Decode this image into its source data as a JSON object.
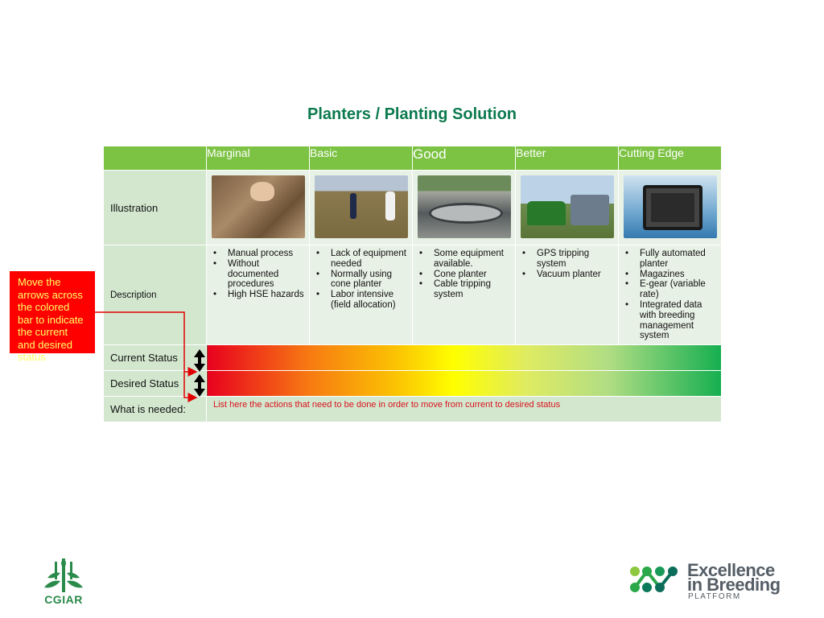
{
  "title": "Planters / Planting Solution",
  "columns": [
    "Marginal",
    "Basic",
    "Good",
    "Better",
    "Cutting Edge"
  ],
  "rows": {
    "illustration": "Illustration",
    "description": "Description",
    "current_status": "Current Status",
    "desired_status": "Desired Status",
    "what_needed": "What is needed:"
  },
  "descriptions": [
    [
      "Manual process",
      "Without documented procedures",
      "High HSE hazards"
    ],
    [
      "Lack of equipment needed",
      "Normally using cone planter",
      "Labor intensive (field allocation)"
    ],
    [
      "Some equipment available.",
      "Cone planter",
      "Cable tripping system"
    ],
    [
      "GPS tripping system",
      "Vacuum planter"
    ],
    [
      "Fully automated planter",
      "Magazines",
      "E-gear (variable rate)",
      "Integrated data with breeding management system"
    ]
  ],
  "needed_text": "List here the actions that need to be done in order to move from current to desired status",
  "callout": "Move the arrows across the colored bar to indicate the current and desired status",
  "logos": {
    "cgiar": "CGIAR",
    "eib_line1": "Excellence",
    "eib_line2": "in Breeding",
    "eib_line3": "PLATFORM"
  },
  "colors": {
    "title": "#0c7a4f",
    "header": "#7cc243",
    "label_bg": "#d3e7cf",
    "cell_bg": "#e8f1e5",
    "callout_bg": "#ff0000",
    "callout_text": "#ffff66",
    "needed_text": "#d8121b"
  }
}
